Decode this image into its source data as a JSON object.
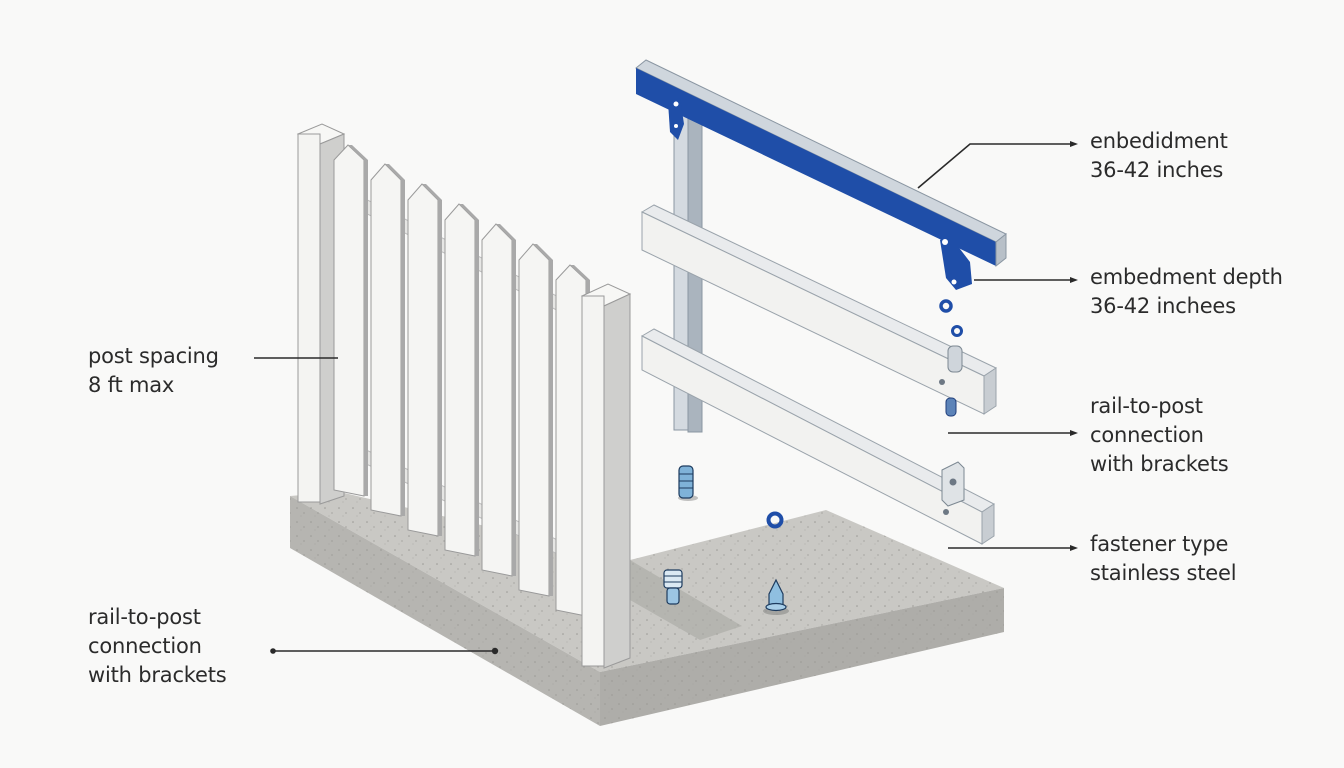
{
  "diagram": {
    "subject": "Picket fence assembly on concrete footing (exploded view)",
    "colors": {
      "background": "#f9f9f8",
      "vinyl_white": "#f4f4f2",
      "vinyl_shadow": "#b9b9b9",
      "steel_post": "#c4cbd2",
      "blue_rail": "#1f4ea8",
      "rail_top": "#cfd6dd",
      "concrete_top": "#c9c8c4",
      "concrete_side": "#b2b1ad",
      "hardware_blue": "#7fb2d8",
      "leader_line": "#2a2a2a"
    },
    "components": [
      {
        "name": "left-post",
        "color": "vinyl_white"
      },
      {
        "name": "pickets",
        "count": 7,
        "shape": "pointed"
      },
      {
        "name": "right-post",
        "color": "vinyl_white"
      },
      {
        "name": "concrete-footing"
      },
      {
        "name": "steel-upright-post",
        "color": "steel_post"
      },
      {
        "name": "top-rail",
        "color": "blue_rail"
      },
      {
        "name": "rail-brackets",
        "count": 2,
        "color": "blue_rail"
      },
      {
        "name": "middle-rail",
        "color": "vinyl_white"
      },
      {
        "name": "lower-rail",
        "color": "vinyl_white"
      },
      {
        "name": "washers",
        "count": 3,
        "color": "blue_rail"
      },
      {
        "name": "anchor-bolts",
        "count": 3,
        "color": "hardware_blue"
      }
    ]
  },
  "labels": {
    "top_rail": {
      "line1": "enbedidment",
      "line2": "36-42 inches"
    },
    "bracket": {
      "line1": "embedment depth",
      "line2": "36-42 inchees"
    },
    "rail_connection_right": {
      "line1": "rail-to-post",
      "line2": "connection",
      "line3": "with brackets"
    },
    "fastener": {
      "line1": "fastener type",
      "line2": "stainless steel"
    },
    "post_spacing": {
      "line1": "post spacing",
      "line2": "8 ft max"
    },
    "rail_connection_left": {
      "line1": "rail-to-post",
      "line2": "connection",
      "line3": "with brackets"
    }
  }
}
